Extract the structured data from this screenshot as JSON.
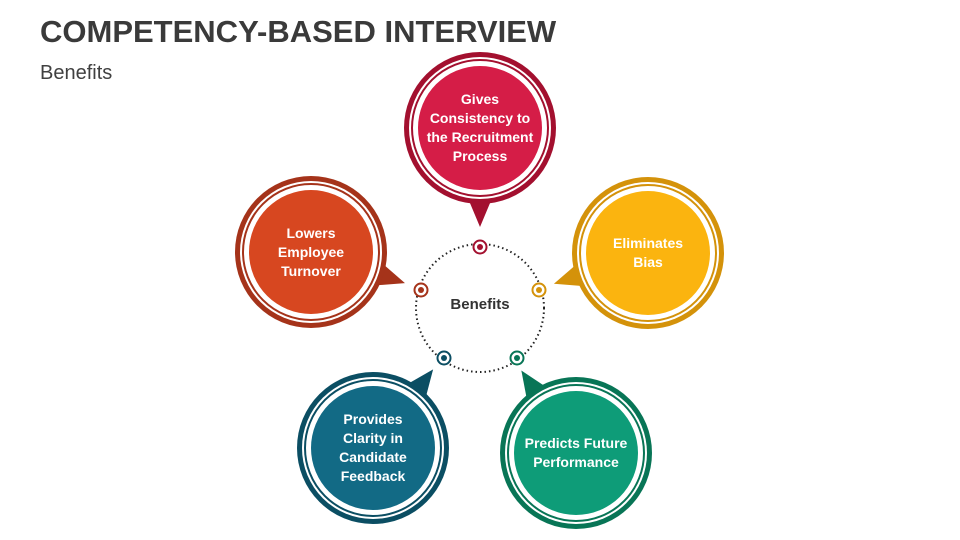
{
  "slide": {
    "title": "COMPETENCY-BASED INTERVIEW",
    "subtitle": "Benefits"
  },
  "diagram": {
    "center_label": "Benefits",
    "petals": [
      {
        "id": "consistency",
        "label": "Gives\nConsistency to\nthe Recruitment\nProcess",
        "color": "#D51D47",
        "dark": "#A3102F"
      },
      {
        "id": "bias",
        "label": "Eliminates\nBias",
        "color": "#FBB40F",
        "dark": "#D4920A"
      },
      {
        "id": "performance",
        "label": "Predicts Future\nPerformance",
        "color": "#0E9C78",
        "dark": "#087556"
      },
      {
        "id": "feedback",
        "label": "Provides\nClarity in\nCandidate\nFeedback",
        "color": "#126A85",
        "dark": "#0B4E63"
      },
      {
        "id": "turnover",
        "label": "Lowers\nEmployee\nTurnover",
        "color": "#D74720",
        "dark": "#A5331A"
      }
    ]
  }
}
